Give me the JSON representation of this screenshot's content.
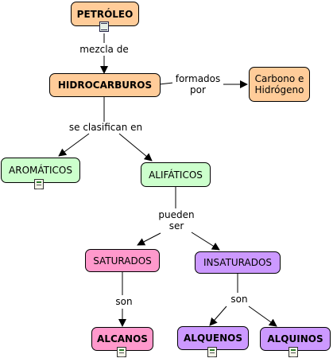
{
  "nodes": {
    "petroleo": "PETRÓLEO",
    "hidrocarburos": "HIDROCARBUROS",
    "carbono": "Carbono e\nHidrógeno",
    "aromaticos": "AROMÁTICOS",
    "alifaticos": "ALIFÁTICOS",
    "saturados": "SATURADOS",
    "insaturados": "INSATURADOS",
    "alcanos": "ALCANOS",
    "alquenos": "ALQUENOS",
    "alquinos": "ALQUINOS"
  },
  "links": {
    "mezcla": "mezcla de",
    "formados": "formados\npor",
    "clasifican": "se clasifican en",
    "pueden": "pueden\nser",
    "son_left": "son",
    "son_right": "son"
  },
  "colors": {
    "orange": "#ffcc99",
    "green": "#ccffcc",
    "pink": "#ff99cc",
    "purple": "#cc99ff"
  },
  "icons": {
    "petroleo": "film-resource-icon",
    "aromaticos": "document-resource-icon",
    "alcanos": "document-resource-icon",
    "alquenos": "document-resource-icon",
    "alquinos": "document-resource-icon"
  }
}
